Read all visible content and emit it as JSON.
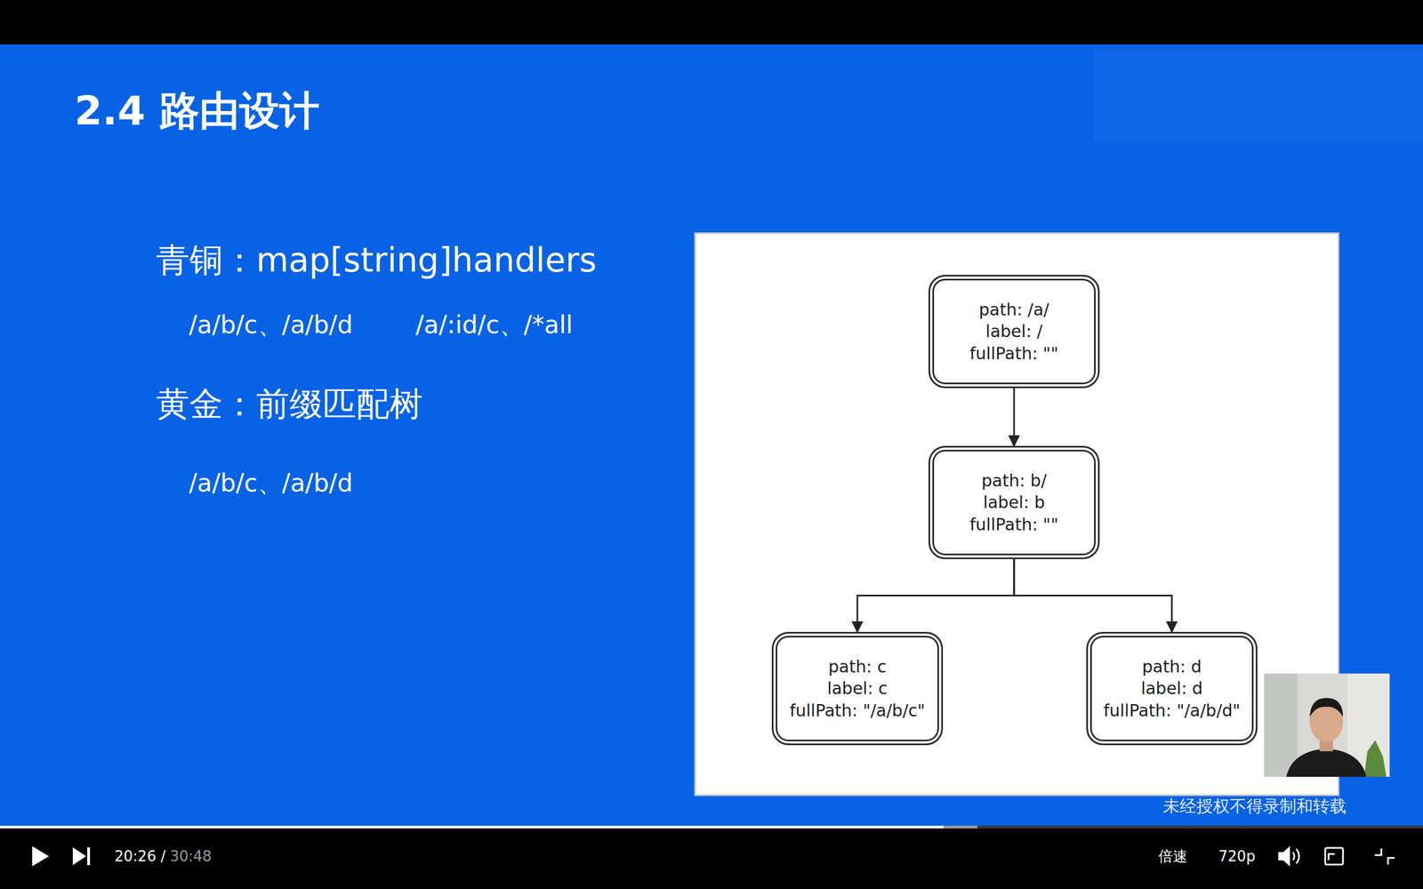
{
  "diagram": {
    "title": "2.4 路由设计",
    "nodes": [
      {
        "text": [
          "path: /a/",
          "label: /",
          "fullPath: \"\""
        ]
      },
      {
        "text": [
          "path: b/",
          "label: b",
          "fullPath: \"\""
        ]
      },
      {
        "text": [
          "path: c",
          "label: c",
          "fullPath: \"/a/b/c\""
        ]
      },
      {
        "text": [
          "path: d",
          "label: d",
          "fullPath: \"/a/b/d\""
        ]
      }
    ],
    "edges": [
      {
        "from": 0,
        "to": 1,
        "arrow": "to"
      },
      {
        "from": 1,
        "to": 2,
        "arrow": "to"
      },
      {
        "from": 1,
        "to": 3,
        "arrow": "to"
      }
    ],
    "labels": [
      "青铜：map[string]handlers",
      "/a/b/c、/a/b/d",
      "/a/:id/c、/*all",
      "黄金：前缀匹配树",
      "/a/b/c、/a/b/d",
      "未经授权不得录制和转载",
      "20:26 /",
      "30:48",
      "倍速",
      "720p"
    ]
  }
}
